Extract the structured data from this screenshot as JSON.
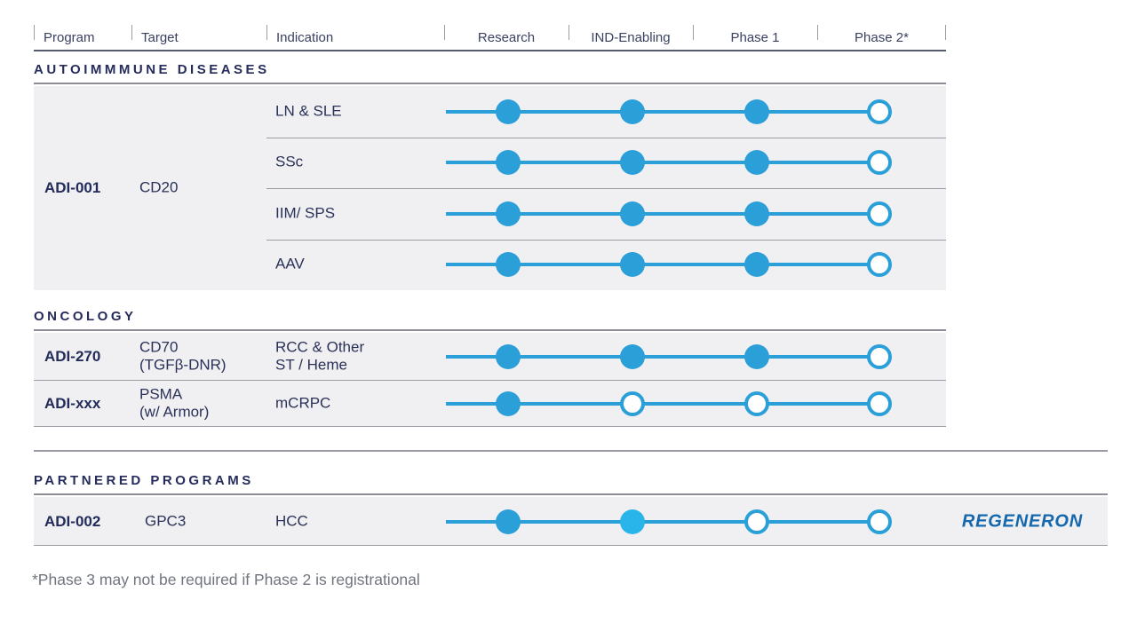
{
  "table": {
    "columns": [
      "Program",
      "Target",
      "Indication",
      "Research",
      "IND-Enabling",
      "Phase 1",
      "Phase 2*"
    ]
  },
  "colors": {
    "dot_blue": "#2BA0D8",
    "dot_light_blue": "#29B4EA",
    "row_bg": "#F0F0F2",
    "navy_text": "#2A3158",
    "regeneron_blue": "#1568AD"
  },
  "sections": [
    {
      "title": "AUTOIMMMUNE DISEASES",
      "rows": [
        {
          "program": "ADI-001",
          "target": [
            "CD20"
          ],
          "indications": [
            {
              "label": "LN & SLE",
              "phases": [
                "filled",
                "filled",
                "filled",
                "open"
              ]
            },
            {
              "label": "SSc",
              "phases": [
                "filled",
                "filled",
                "filled",
                "open"
              ]
            },
            {
              "label": "IIM/ SPS",
              "phases": [
                "filled",
                "filled",
                "filled",
                "open"
              ]
            },
            {
              "label": "AAV",
              "phases": [
                "filled",
                "filled",
                "filled",
                "open"
              ]
            }
          ]
        }
      ]
    },
    {
      "title": "ONCOLOGY",
      "rows": [
        {
          "program": "ADI-270",
          "target": [
            "CD70",
            "(TGFβ-DNR)"
          ],
          "indication": [
            "RCC & Other",
            "ST / Heme"
          ],
          "phases": [
            "filled",
            "filled",
            "filled",
            "open"
          ]
        },
        {
          "program": "ADI-xxx",
          "target": [
            "PSMA",
            "(w/ Armor)"
          ],
          "indication": [
            "mCRPC"
          ],
          "phases": [
            "filled",
            "open",
            "open",
            "open"
          ]
        }
      ]
    },
    {
      "title": "PARTNERED PROGRAMS",
      "rows": [
        {
          "program": "ADI-002",
          "target": [
            "GPC3"
          ],
          "indication": [
            "HCC"
          ],
          "phases": [
            "filled",
            "filled-light",
            "open",
            "open"
          ],
          "partner": "REGENERON"
        }
      ]
    }
  ],
  "footnote": "*Phase 3 may not be required if Phase 2 is registrational"
}
